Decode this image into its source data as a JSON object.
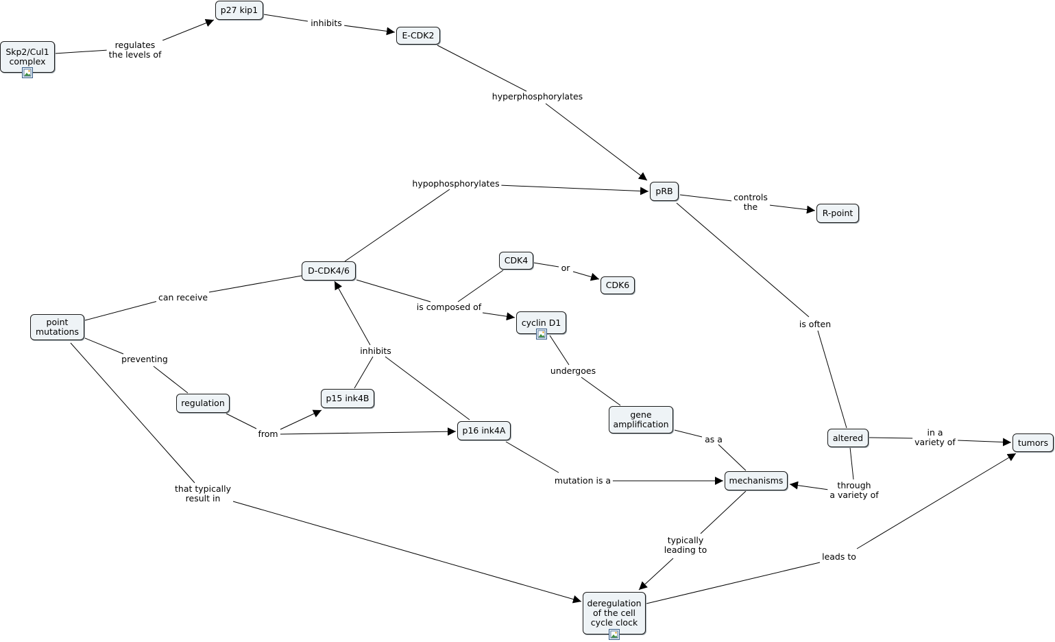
{
  "concepts": {
    "skp2": "Skp2/Cul1\ncomplex",
    "p27": "p27 kip1",
    "ecdk2": "E-CDK2",
    "prb": "pRB",
    "rpoint": "R-point",
    "dcdk46": "D-CDK4/6",
    "cdk4": "CDK4",
    "cdk6": "CDK6",
    "cyclind1": "cyclin D1",
    "point_mutations": "point\nmutations",
    "regulation": "regulation",
    "p15": "p15 ink4B",
    "p16": "p16 ink4A",
    "gene_amp": "gene\namplification",
    "altered": "altered",
    "tumors": "tumors",
    "mechanisms": "mechanisms",
    "dereg": "deregulation\nof the cell\ncycle clock"
  },
  "links": {
    "regulates_levels": "regulates\nthe levels of",
    "inhibits_top": "inhibits",
    "hyperphosphorylates": "hyperphosphorylates",
    "hypophosphorylates": "hypophosphorylates",
    "controls_the": "controls\nthe",
    "can_receive": "can receive",
    "is_composed_of": "is composed of",
    "or": "or",
    "inhibits_mid": "inhibits",
    "preventing": "preventing",
    "from": "from",
    "undergoes": "undergoes",
    "is_often": "is often",
    "as_a": "as a",
    "in_variety": "in a\nvariety of",
    "mutation_is_a": "mutation is a",
    "through_variety": "through\na variety of",
    "typically_result": "that typically\nresult in",
    "typically_leading": "typically\nleading to",
    "leads_to": "leads to"
  },
  "colors": {
    "node_fill": "#eef3f6",
    "node_border": "#1a1a1a",
    "line": "#000000"
  },
  "icons": [
    "resource-image-icon"
  ]
}
